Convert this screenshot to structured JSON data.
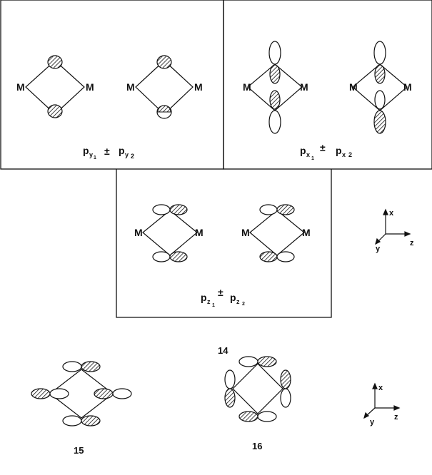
{
  "atom_label": "M",
  "panels": {
    "py": {
      "p": "p",
      "sub1": "y",
      "n1": "1",
      "op": "±",
      "sub2": "y",
      "n2": "2"
    },
    "px": {
      "p": "p",
      "sub1": "x",
      "n1": "1",
      "op": "±",
      "sub2": "x",
      "n2": "2"
    },
    "pz": {
      "p": "p",
      "sub1": "z",
      "n1": "1",
      "op": "±",
      "sub2": "z",
      "n2": "2"
    }
  },
  "axes": {
    "x": "x",
    "y": "y",
    "z": "z"
  },
  "structure_numbers": {
    "s14": "14",
    "s15": "15",
    "s16": "16"
  }
}
